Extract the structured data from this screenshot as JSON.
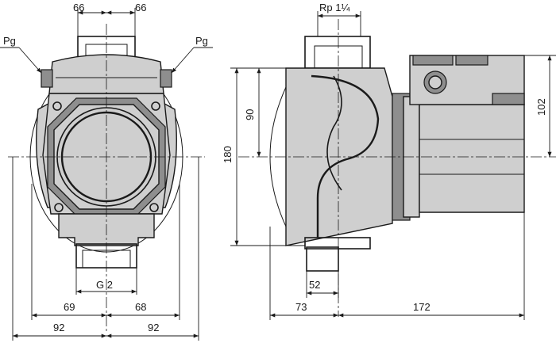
{
  "labels": {
    "top_left_66": "66",
    "top_right_66": "66",
    "pg_left": "Pg",
    "pg_right": "Pg",
    "rp": "Rp 1¼",
    "dim_90": "90",
    "dim_180": "180",
    "dim_102": "102",
    "g2": "G 2",
    "dim_69": "69",
    "dim_68": "68",
    "dim_92_left": "92",
    "dim_92_right": "92",
    "dim_52": "52",
    "dim_73": "73",
    "dim_172": "172"
  }
}
